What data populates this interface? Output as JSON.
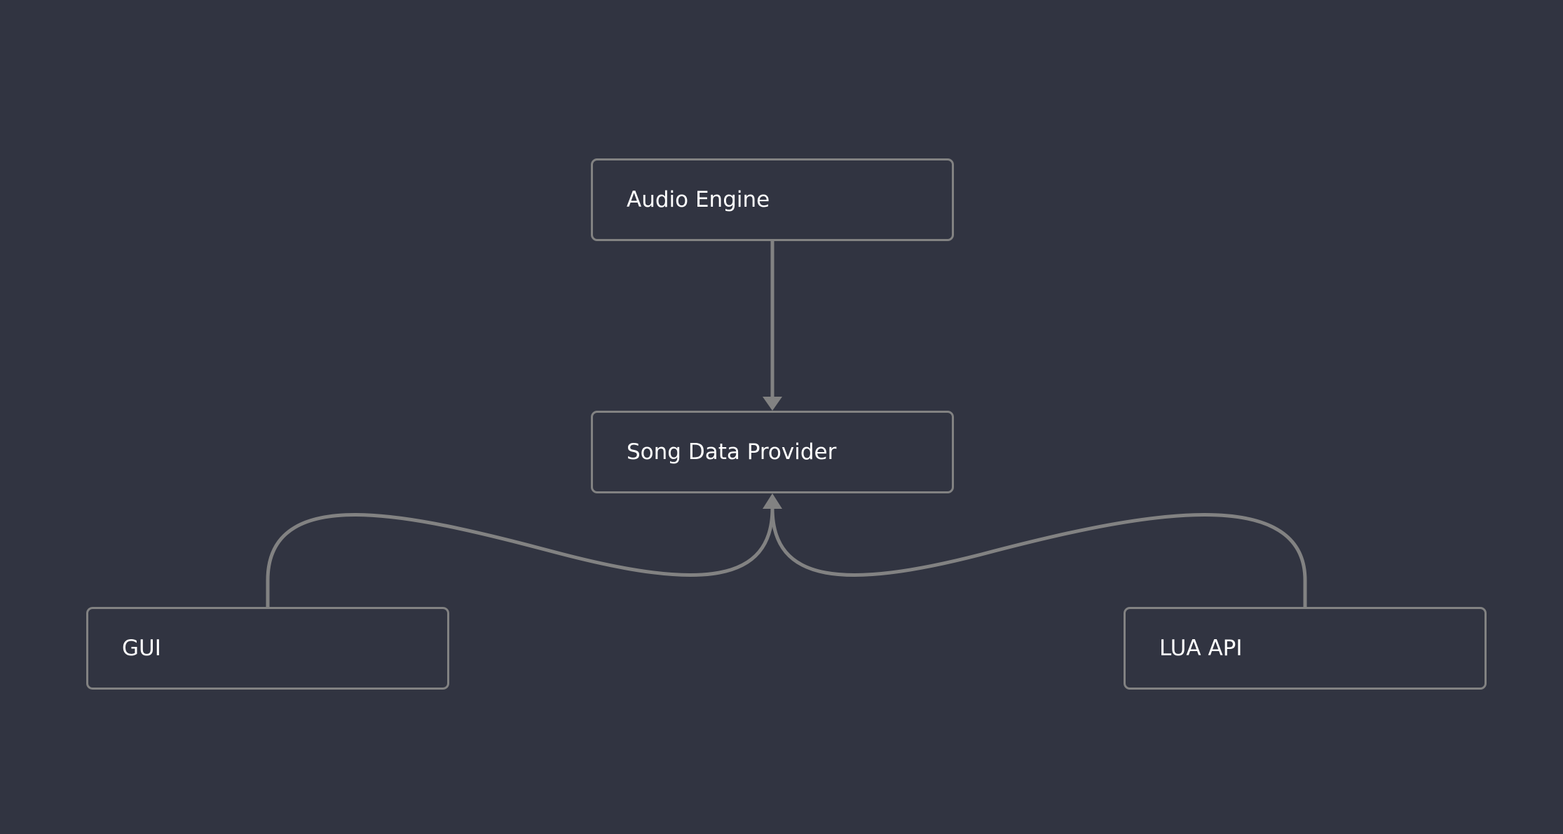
{
  "diagram": {
    "nodes": [
      {
        "id": "audio",
        "label": "Audio Engine"
      },
      {
        "id": "song",
        "label": "Song Data Provider"
      },
      {
        "id": "gui",
        "label": "GUI"
      },
      {
        "id": "lua",
        "label": "LUA API"
      }
    ],
    "edges": [
      {
        "from": "audio",
        "to": "song"
      },
      {
        "from": "gui",
        "to": "song"
      },
      {
        "from": "lua",
        "to": "song"
      }
    ]
  },
  "colors": {
    "background": "#313441",
    "stroke": "#828282",
    "text": "#ffffff"
  }
}
